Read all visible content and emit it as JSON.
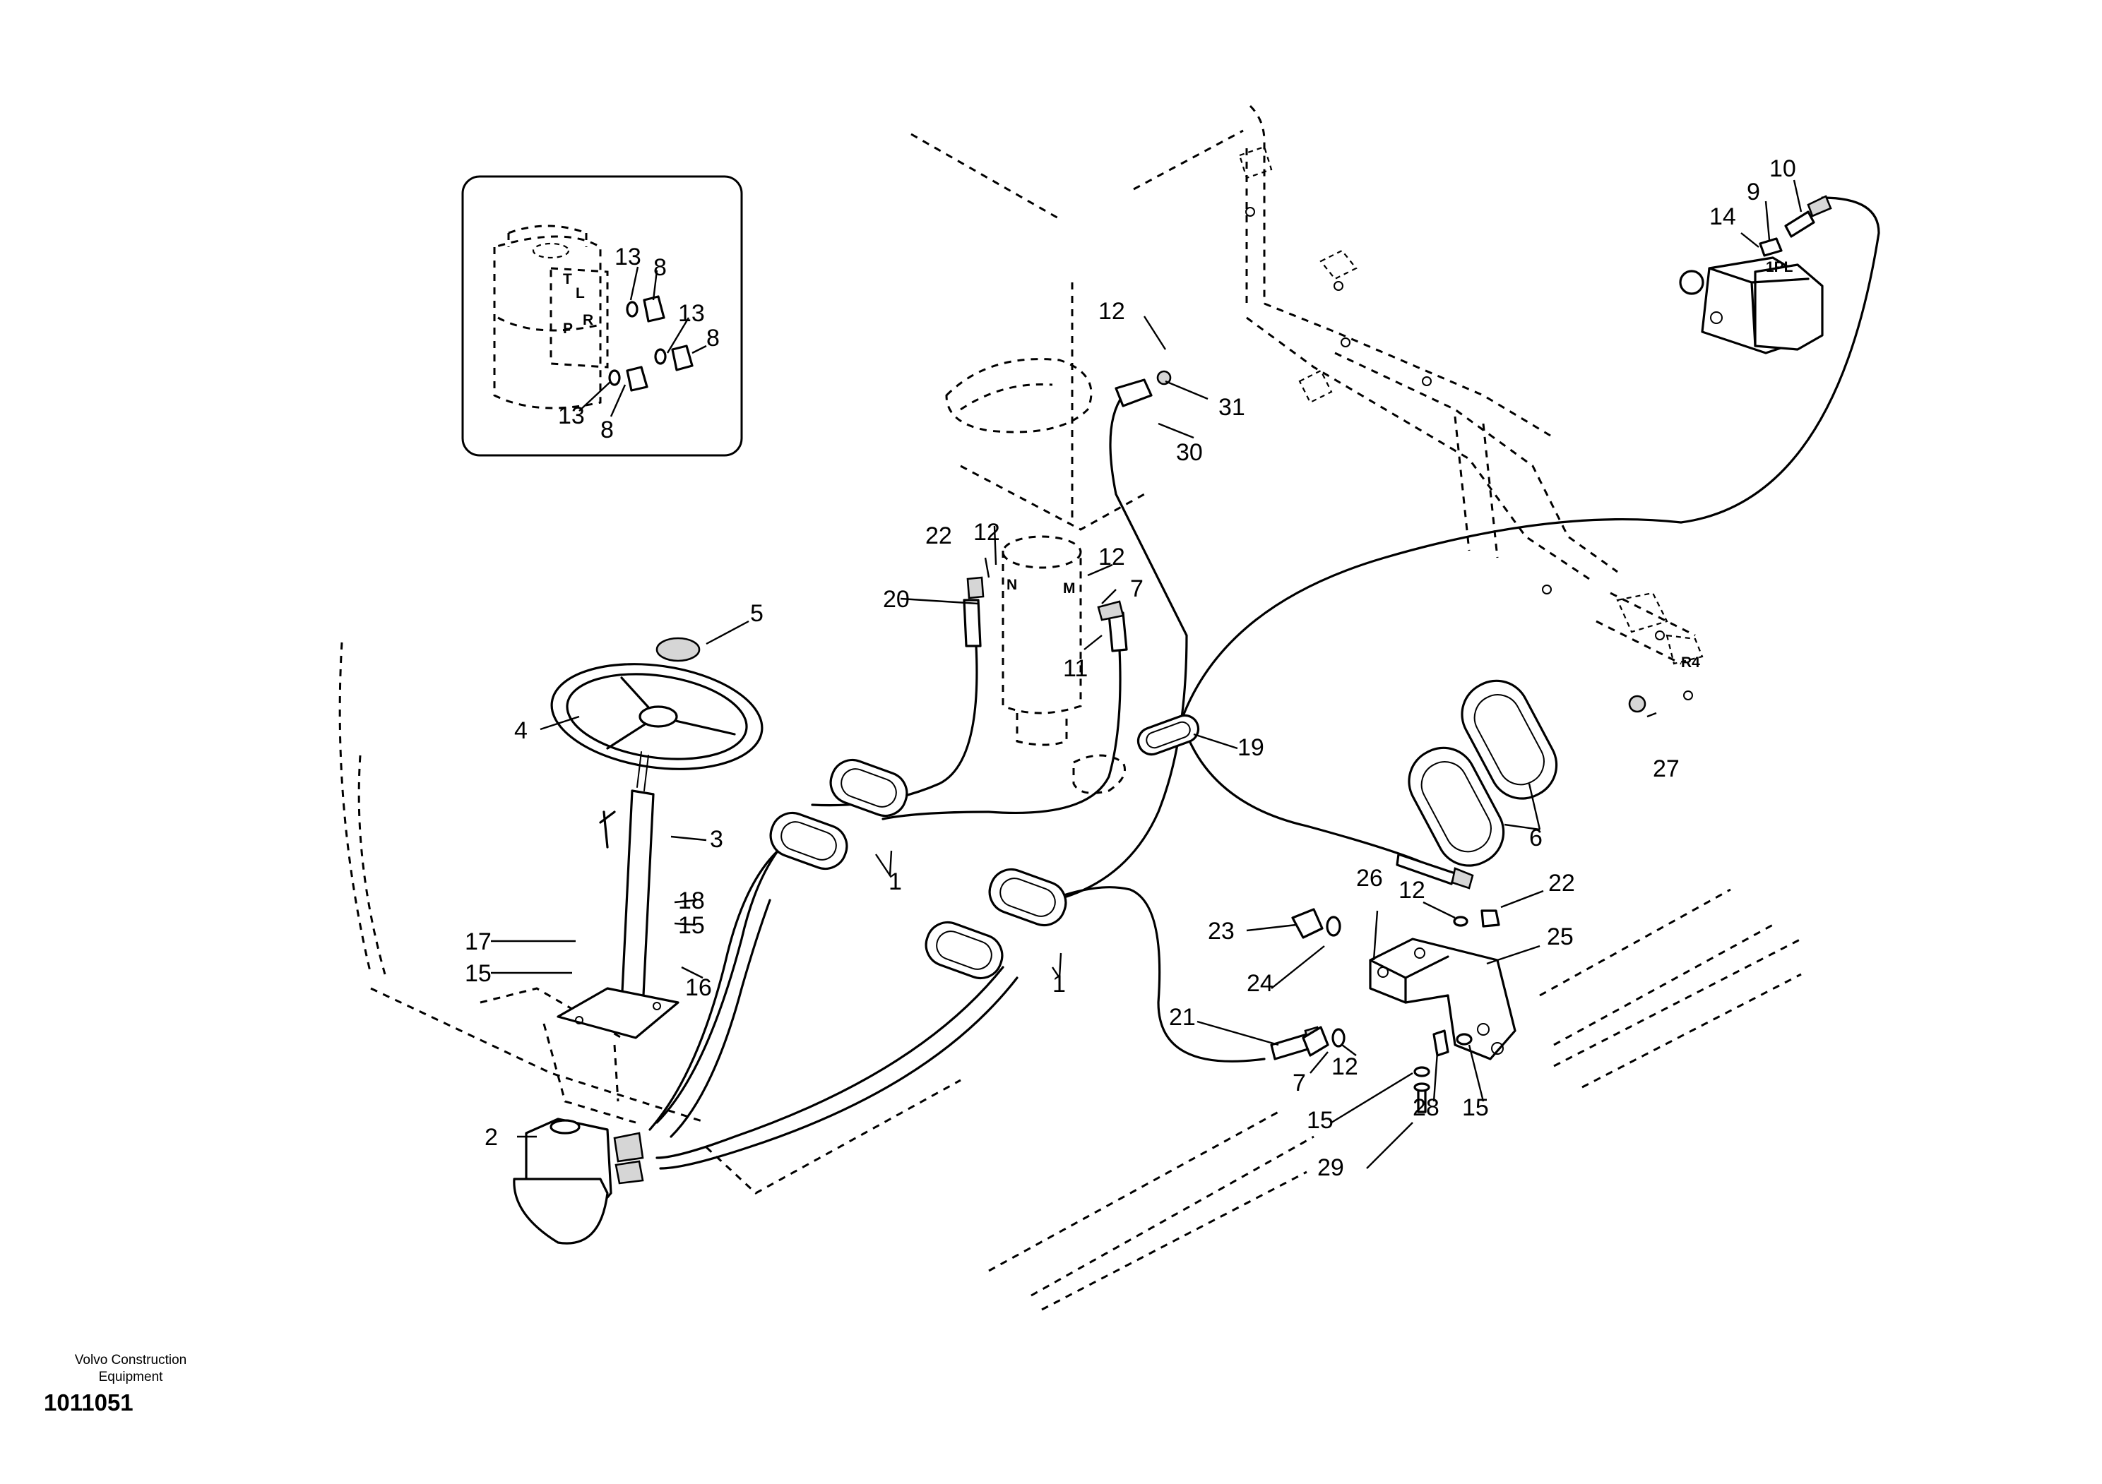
{
  "footer": {
    "brand_line1": "Volvo Construction",
    "brand_line2": "Equipment",
    "drawing_number": "1011051"
  },
  "callouts": {
    "c1a": "1",
    "c1b": "1",
    "c2": "2",
    "c3": "3",
    "c4": "4",
    "c5": "5",
    "c6": "6",
    "c7a": "7",
    "c7b": "7",
    "c8a": "8",
    "c8b": "8",
    "c8c": "8",
    "c9": "9",
    "c10": "10",
    "c11": "11",
    "c12a": "12",
    "c12b": "12",
    "c12c": "12",
    "c12d": "12",
    "c12e": "12",
    "c13a": "13",
    "c13b": "13",
    "c13c": "13",
    "c14": "14",
    "c15a": "15",
    "c15b": "15",
    "c15c": "15",
    "c15d": "15",
    "c16": "16",
    "c17": "17",
    "c18": "18",
    "c19": "19",
    "c20": "20",
    "c21": "21",
    "c22a": "22",
    "c22b": "22",
    "c23": "23",
    "c24": "24",
    "c25": "25",
    "c26": "26",
    "c27": "27",
    "c28": "28",
    "c29": "29",
    "c30": "30",
    "c31": "31"
  },
  "port_labels": {
    "T": "T",
    "L": "L",
    "R": "R",
    "P": "P",
    "N": "N",
    "M": "M",
    "PL1": "1PL",
    "R4": "R4"
  }
}
